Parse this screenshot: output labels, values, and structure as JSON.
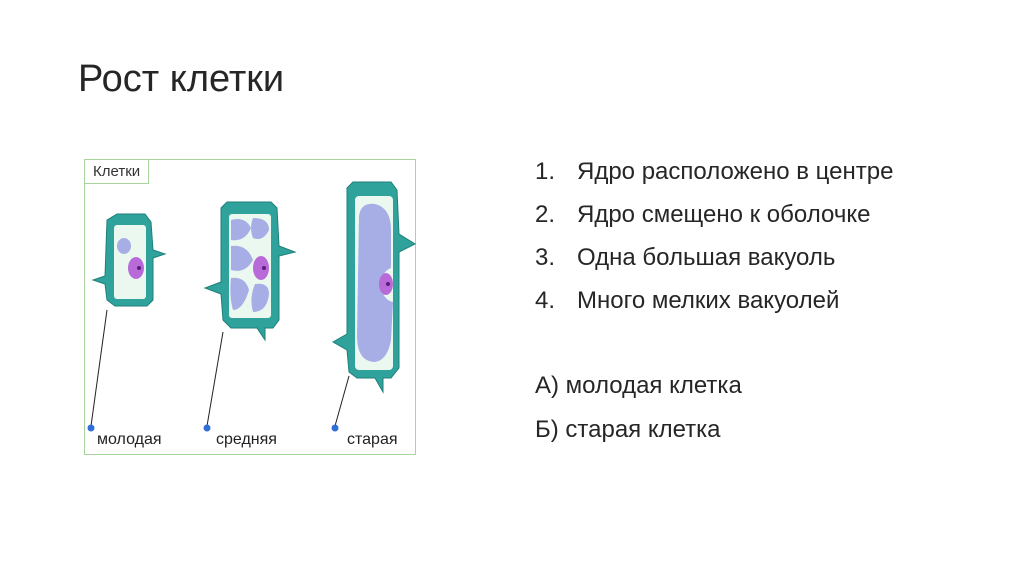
{
  "slide": {
    "title": "Рост клетки"
  },
  "figure": {
    "label": "Клетки",
    "captions": [
      "молодая",
      "средняя",
      "старая"
    ],
    "colors": {
      "wall": "#2fa39b",
      "wall_dark": "#1f7f7a",
      "cytoplasm": "#eaf8ef",
      "vacuole": "#a7aee6",
      "nucleus": "#b86ad8",
      "nucleolus": "#5b1d7a",
      "frame": "#a7d59b"
    }
  },
  "statements": [
    {
      "num": "1.",
      "text": "Ядро расположено в центре"
    },
    {
      "num": "2.",
      "text": "Ядро смещено к оболочке"
    },
    {
      "num": "3.",
      "text": "Одна большая вакуоль"
    },
    {
      "num": "4.",
      "text": "Много мелких вакуолей"
    }
  ],
  "answers": [
    "А) молодая клетка",
    "Б) старая клетка"
  ]
}
